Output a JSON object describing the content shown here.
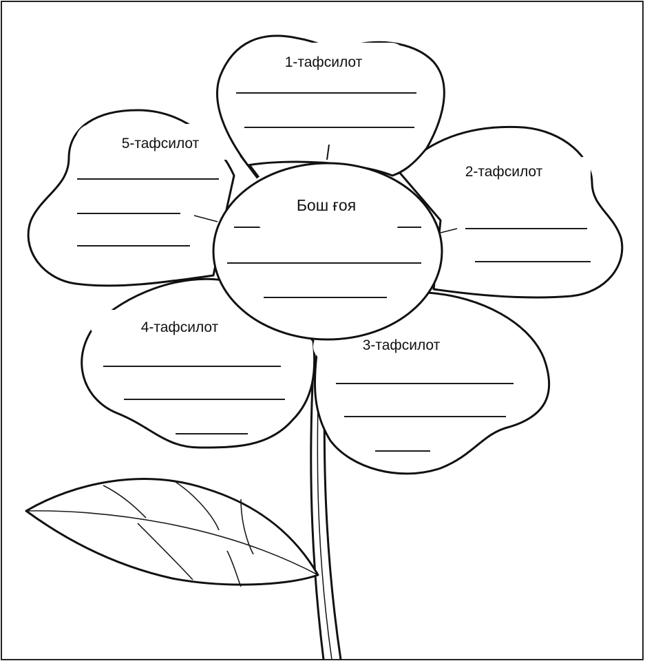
{
  "center": {
    "label": "Бош ғоя"
  },
  "petals": [
    {
      "label": "1-тафсилот"
    },
    {
      "label": "2-тафсилот"
    },
    {
      "label": "3-тафсилот"
    },
    {
      "label": "4-тафсилот"
    },
    {
      "label": "5-тафсилот"
    }
  ],
  "colors": {
    "ink": "#111111",
    "paper": "#ffffff"
  }
}
